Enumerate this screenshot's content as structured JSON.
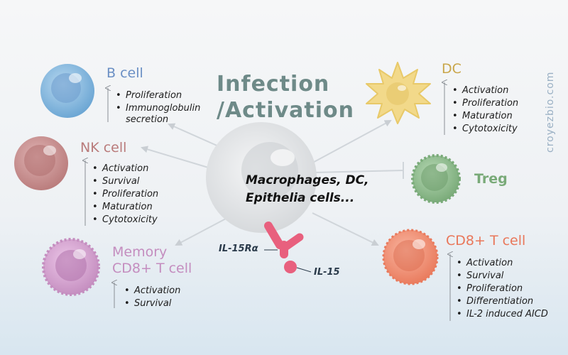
{
  "title": {
    "line1": "Infection",
    "line2": "/Activation"
  },
  "center": {
    "line1": "Macrophages, DC,",
    "line2": "Epithelia cells..."
  },
  "receptor": {
    "il15ra": "IL-15Rα",
    "il15": "IL-15"
  },
  "watermark": "croyezbio.com",
  "cells": {
    "b_cell": {
      "name": "B cell",
      "effects": [
        "Proliferation",
        "Immunoglobulin",
        "secretion"
      ]
    },
    "nk_cell": {
      "name": "NK cell",
      "effects": [
        "Activation",
        "Survival",
        "Proliferation",
        "Maturation",
        "Cytotoxicity"
      ]
    },
    "memory_cd8": {
      "name_line1": "Memory",
      "name_line2": "CD8+ T cell",
      "effects": [
        "Activation",
        "Survival"
      ]
    },
    "dc": {
      "name": "DC",
      "effects": [
        "Activation",
        "Proliferation",
        "Maturation",
        "Cytotoxicity"
      ]
    },
    "treg": {
      "name": "Treg"
    },
    "cd8_t": {
      "name": "CD8+ T cell",
      "effects": [
        "Activation",
        "Survival",
        "Proliferation",
        "Differentiation",
        "IL-2 induced AICD"
      ]
    }
  },
  "colors": {
    "b_cell": "#7fb3db",
    "nk_cell": "#c98f8f",
    "memory_cd8": "#d4a3cf",
    "dc": "#f2d98a",
    "treg": "#8fbf8f",
    "cd8_t": "#f0957a",
    "il15": "#e8607e",
    "title": "#6e8a88"
  }
}
